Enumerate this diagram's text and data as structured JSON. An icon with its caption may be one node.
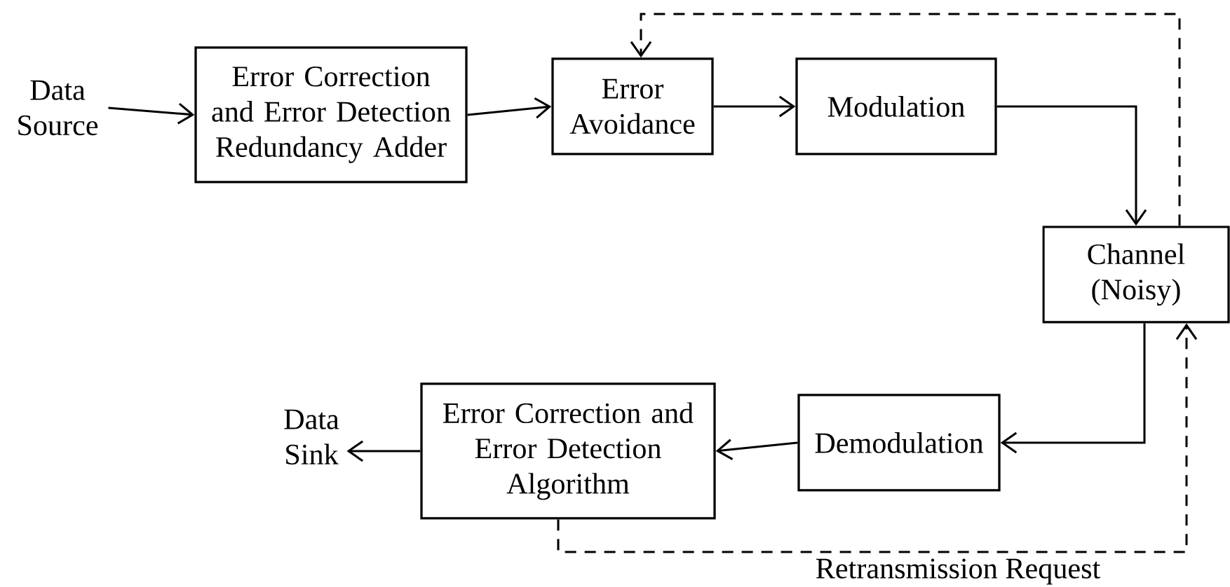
{
  "diagram": {
    "nodes": [
      {
        "text": [
          "Data Source"
        ]
      },
      {
        "text": [
          "Error Correction and Error Detection Redundancy Adder"
        ]
      },
      {
        "text": [
          "Error Avoidance"
        ]
      },
      {
        "text": [
          "Modulation"
        ]
      },
      {
        "text": [
          "Channel (Noisy)"
        ]
      },
      {
        "text": [
          "Demodulation"
        ]
      },
      {
        "text": [
          "Error Correction and Error Detection Algorithm"
        ]
      },
      {
        "text": [
          "Data Sink"
        ]
      }
    ],
    "edges": [
      {
        "from": 0,
        "to": 1,
        "arrow": "to"
      },
      {
        "from": 1,
        "to": 2,
        "arrow": "to"
      },
      {
        "from": 2,
        "to": 3,
        "arrow": "to"
      },
      {
        "from": 3,
        "to": 4,
        "arrow": "to"
      },
      {
        "from": 4,
        "to": 5,
        "arrow": "to"
      },
      {
        "from": 5,
        "to": 6,
        "arrow": "to"
      },
      {
        "from": 6,
        "to": 7,
        "arrow": "to"
      },
      {
        "from": 4,
        "to": 2,
        "arrow": "to",
        "style": "dashed"
      },
      {
        "from": 6,
        "to": 4,
        "arrow": "to",
        "style": "dashed",
        "label": "Retransmission Request"
      }
    ]
  }
}
